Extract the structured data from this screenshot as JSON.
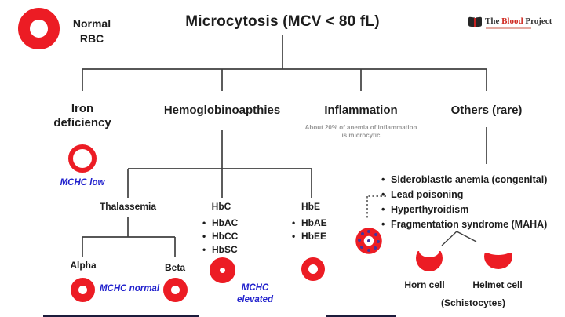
{
  "colors": {
    "red": "#ec1c24",
    "blue": "#2222cd",
    "line": "#3f3f3f",
    "ink": "#1d1d1d",
    "muted": "#979797",
    "stipple": "#43339f"
  },
  "header": {
    "normal_rbc_label": "Normal RBC",
    "title": "Microcytosis (MCV < 80 fL)",
    "logo": {
      "word1": "The",
      "word2": "Blood",
      "word3": "Project"
    }
  },
  "branches": {
    "iron": {
      "label": "Iron deficiency",
      "note": "MCHC low"
    },
    "hemoglobinopathies": {
      "label": "Hemoglobinoapthies",
      "thalassemia": {
        "label": "Thalassemia",
        "alpha_label": "Alpha",
        "beta_label": "Beta",
        "note": "MCHC normal"
      },
      "hbc": {
        "label": "HbC",
        "items": [
          "HbAC",
          "HbCC",
          "HbSC"
        ],
        "note": "MCHC elevated"
      },
      "hbe": {
        "label": "HbE",
        "items": [
          "HbAE",
          "HbEE"
        ]
      }
    },
    "inflammation": {
      "label": "Inflammation",
      "note_line1": "About 20% of anemia of inflammation",
      "note_line2": "is microcytic"
    },
    "others": {
      "label": "Others (rare)",
      "items": [
        "Sideroblastic anemia (congenital)",
        "Lead poisoning",
        "Hyperthyroidism",
        "Fragmentation syndrome (MAHA)"
      ],
      "horn_label": "Horn cell",
      "helmet_label": "Helmet cell",
      "group_label": "(Schistocytes)"
    }
  }
}
